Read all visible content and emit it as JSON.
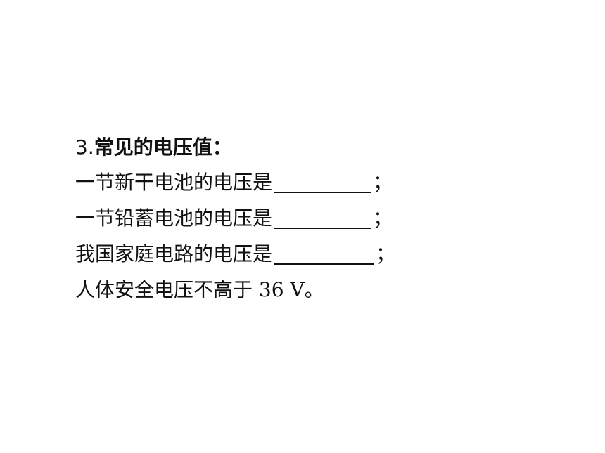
{
  "heading": {
    "number": "3.",
    "title": "常见的电压值："
  },
  "items": [
    {
      "text": "一节新干电池的电压是",
      "end": "；"
    },
    {
      "text": "一节铅蓄电池的电压是",
      "end": "；"
    },
    {
      "text": "我国家庭电路的电压是",
      "end": "；"
    }
  ],
  "last_line": "人体安全电压不高于 36  V。"
}
